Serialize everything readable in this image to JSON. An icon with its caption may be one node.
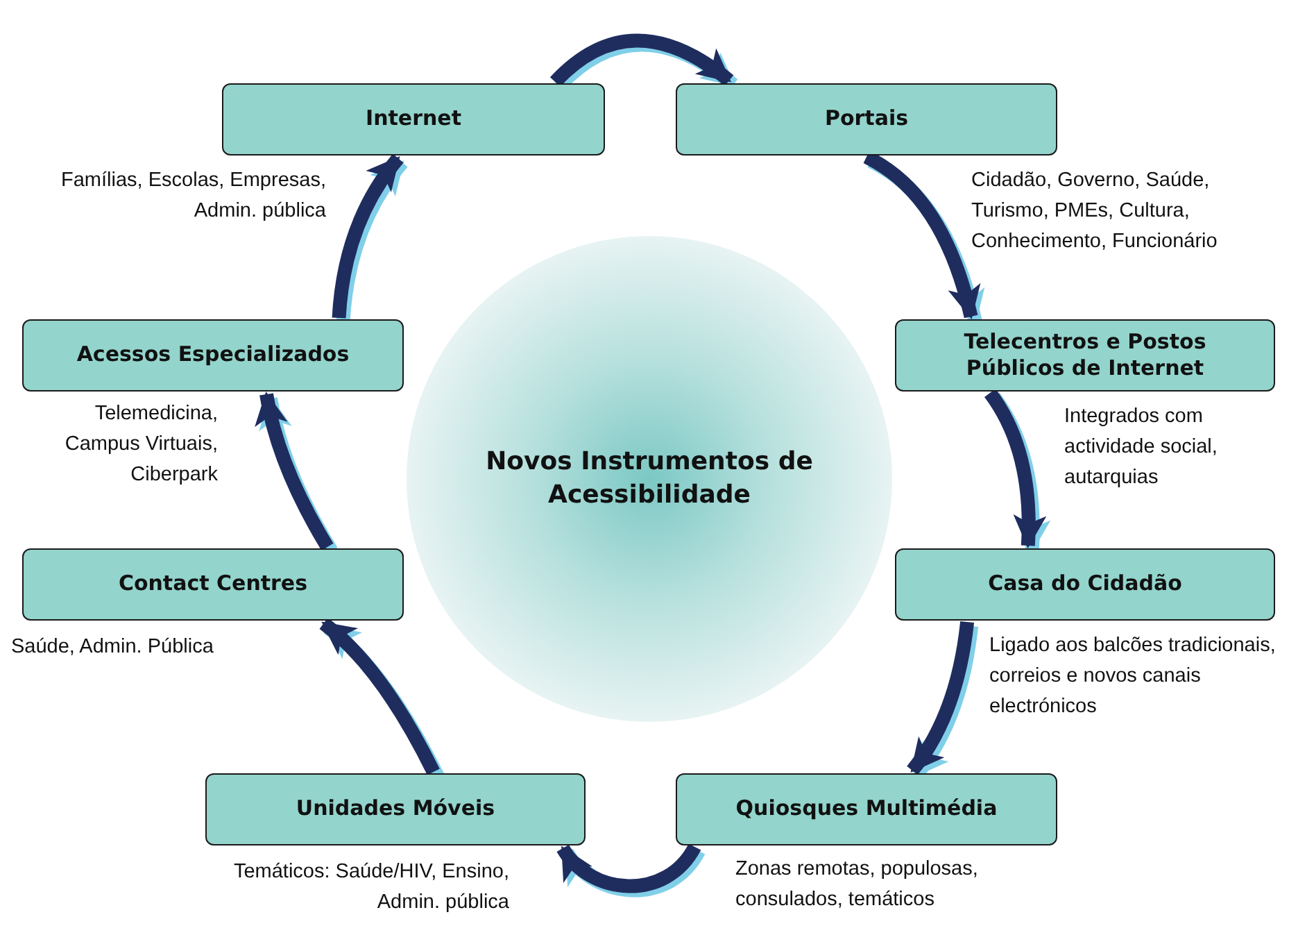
{
  "diagram": {
    "nodes": [
      {
        "text": [
          "Internet"
        ],
        "beside": [
          "Famílias, Escolas, Empresas, Admin. pública"
        ]
      },
      {
        "text": [
          "Portais"
        ],
        "beside": [
          "Cidadão, Governo, Saúde, Turismo, PMEs, Cultura, Conhecimento, Funcionário"
        ]
      },
      {
        "text": [
          "Acessos Especializados"
        ],
        "beside": [
          "Telemedicina, Campus Virtuais, Ciberpark"
        ]
      },
      {
        "text": [
          "Telecentros e Postos Públicos de Internet"
        ],
        "beside": [
          "Integrados com actividade social, autarquias"
        ]
      },
      {
        "text": [
          "Novos Instrumentos de Acessibilidade"
        ]
      },
      {
        "text": [
          "Contact Centres"
        ],
        "beside": [
          "Saúde, Admin. Pública"
        ]
      },
      {
        "text": [
          "Casa do Cidadão"
        ],
        "beside": [
          "Ligado aos balcões tradicionais, correios e novos canais electrónicos"
        ]
      },
      {
        "text": [
          "Unidades Móveis"
        ],
        "beside": [
          "Temáticos: Saúde/HIV, Ensino, Admin. pública"
        ]
      },
      {
        "text": [
          "Quiosques Multimédia"
        ],
        "beside": [
          "Zonas remotas, populosas, consulados, temáticos"
        ]
      }
    ],
    "edges": [
      {
        "from": 0,
        "to": 1,
        "arrow": "to"
      },
      {
        "from": 1,
        "to": 3,
        "arrow": "to"
      },
      {
        "from": 3,
        "to": 6,
        "arrow": "to"
      },
      {
        "from": 6,
        "to": 8,
        "arrow": "to"
      },
      {
        "from": 8,
        "to": 7,
        "arrow": "to"
      },
      {
        "from": 7,
        "to": 5,
        "arrow": "to"
      },
      {
        "from": 5,
        "to": 2,
        "arrow": "to"
      },
      {
        "from": 2,
        "to": 0,
        "arrow": "to"
      }
    ]
  }
}
